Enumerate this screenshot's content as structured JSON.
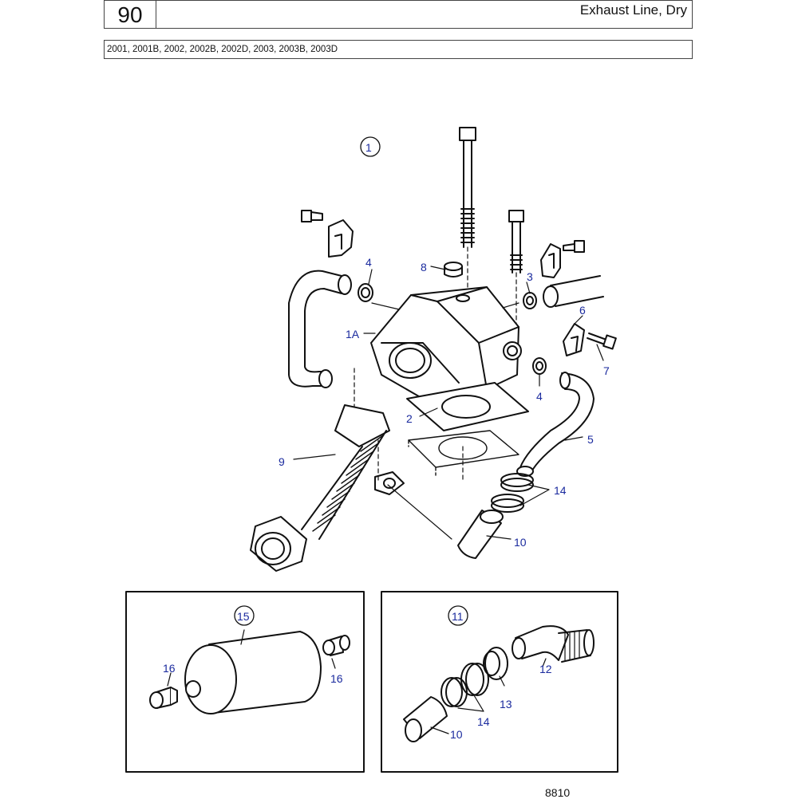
{
  "header": {
    "section_number": "90",
    "title": "Exhaust Line, Dry"
  },
  "models": "2001, 2001B, 2002, 2002B, 2002D, 2003, 2003B, 2003D",
  "callouts": {
    "c1": "1",
    "c1A": "1A",
    "c2": "2",
    "c3": "3",
    "c4a": "4",
    "c4b": "4",
    "c5": "5",
    "c6": "6",
    "c7": "7",
    "c8": "8",
    "c9": "9",
    "c10": "10",
    "c14": "14"
  },
  "inset_left": {
    "c15": "15",
    "c16a": "16",
    "c16b": "16"
  },
  "inset_right": {
    "c11": "11",
    "c12": "12",
    "c13": "13",
    "c14": "14",
    "c10": "10"
  },
  "drawing_number": "8810",
  "colors": {
    "callout": "#1a2a9e",
    "line": "#111111"
  }
}
